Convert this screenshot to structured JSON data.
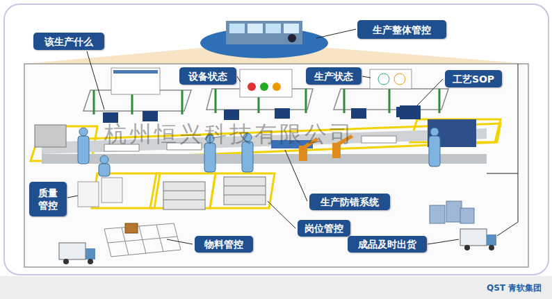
{
  "diagram": {
    "nodes": [
      {
        "text": [
          "该生产什么"
        ]
      },
      {
        "text": [
          "生产整体管控"
        ]
      },
      {
        "text": [
          "设备状态"
        ]
      },
      {
        "text": [
          "生产状态"
        ]
      },
      {
        "text": [
          "工艺SOP"
        ]
      },
      {
        "text": [
          "质量 管控"
        ]
      },
      {
        "text": [
          "生产防错系统"
        ]
      },
      {
        "text": [
          "岗位管控"
        ]
      },
      {
        "text": [
          "物料管控"
        ]
      },
      {
        "text": [
          "成品及时出货"
        ]
      }
    ],
    "edges": [],
    "labels": [
      "杭州恒兴科技有限公司",
      "QST 青软集团"
    ]
  }
}
